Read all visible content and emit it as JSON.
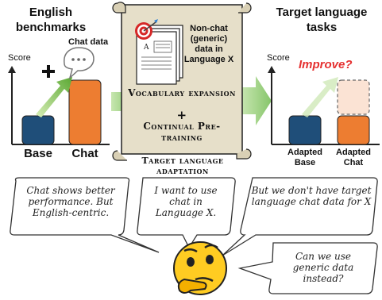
{
  "left_panel": {
    "title": "English benchmarks",
    "chat_data_label": "Chat data",
    "score_label": "Score",
    "base_label": "Base",
    "chat_label": "Chat"
  },
  "center_panel": {
    "doc_text": "Non-chat (generic) data in Language X",
    "method_line1": "Vocabulary expansion",
    "plus": "+",
    "method_line2": "Continual Pre-training",
    "caption": "Target language adaptation"
  },
  "right_panel": {
    "title": "Target language tasks",
    "score_label": "Score",
    "improve_label": "Improve?",
    "adapted_base_label": "Adapted Base",
    "adapted_chat_label": "Adapted Chat"
  },
  "bubbles": [
    {
      "text": "Chat shows better performance. But English-centric."
    },
    {
      "text": "I want to use chat in Language X."
    },
    {
      "text": "But we don't have target language chat data for X"
    },
    {
      "text": "Can we use generic data instead?"
    }
  ],
  "colors": {
    "base_bar": "#1f4e79",
    "chat_bar": "#ed7d31",
    "arrow_green": "#7dbf5a",
    "scroll": "#e6dfc9",
    "improve_red": "#e53030"
  }
}
